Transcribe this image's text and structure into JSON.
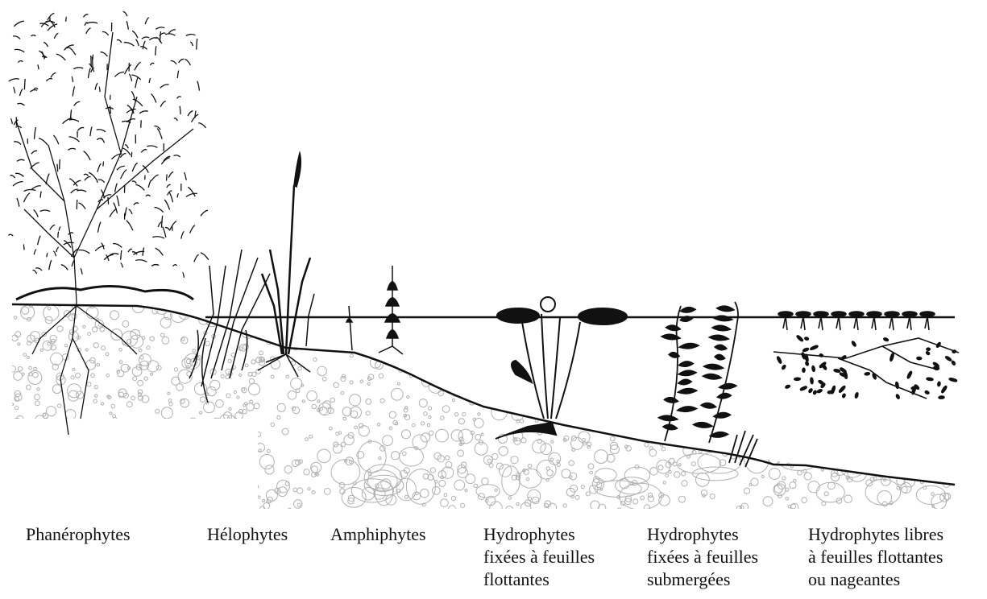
{
  "labels": {
    "phanerophytes": [
      "Phanérophytes"
    ],
    "helophytes": [
      "Hélophytes"
    ],
    "amphiphytes": [
      "Amphiphytes"
    ],
    "hydrophytes_flottantes": [
      "Hydrophytes",
      "fixées à feuilles",
      "flottantes"
    ],
    "hydrophytes_submergees": [
      "Hydrophytes",
      "fixées à feuilles",
      "submergées"
    ],
    "hydrophytes_libres": [
      "Hydrophytes libres",
      "à feuilles flottantes",
      "ou nageantes"
    ]
  },
  "colors": {
    "ink": "#111111",
    "sediment": "#b0b0b0",
    "background": "#ffffff"
  }
}
